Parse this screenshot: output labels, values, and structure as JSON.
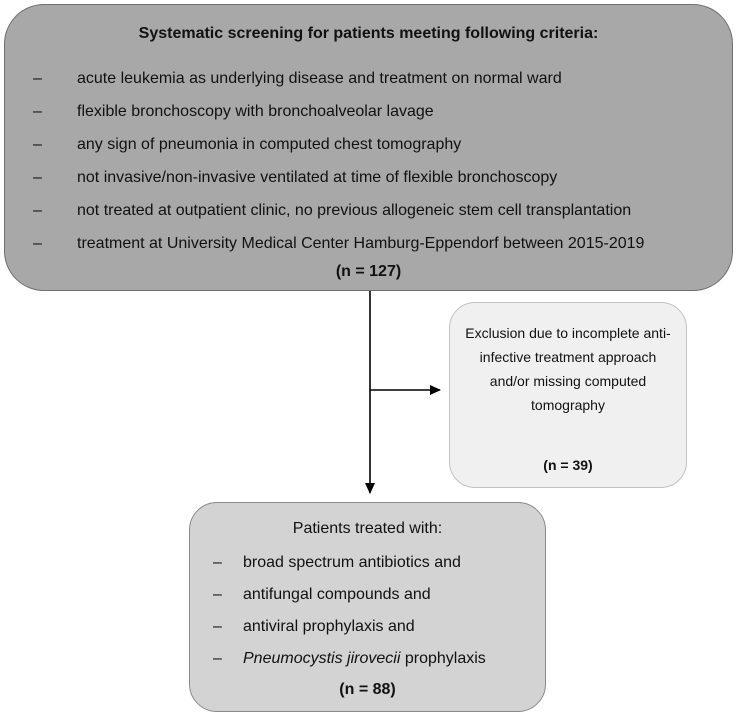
{
  "screening": {
    "title": "Systematic screening for patients meeting following criteria:",
    "bullet": "–",
    "criteria": [
      "acute leukemia as underlying disease and treatment on normal ward",
      "flexible bronchoscopy with bronchoalveolar lavage",
      "any sign of pneumonia in computed chest tomography",
      "not invasive/non-invasive ventilated at time of flexible bronchoscopy",
      "not treated at outpatient clinic, no previous allogeneic stem cell transplantation",
      "treatment at University Medical Center Hamburg-Eppendorf between 2015-2019"
    ],
    "count": "(n = 127)"
  },
  "exclusion": {
    "text": "Exclusion due to incomplete anti-infective treatment approach and/or missing computed tomography",
    "count": "(n = 39)"
  },
  "treated": {
    "title": "Patients treated with:",
    "bullet": "–",
    "items": [
      "broad spectrum antibiotics and",
      "antifungal compounds and",
      "antiviral prophylaxis and"
    ],
    "last_item_italic": "Pneumocystis jirovecii",
    "last_item_rest": " prophylaxis",
    "count": "(n = 88)"
  },
  "colors": {
    "screening_fill": "#a8a8a8",
    "exclusion_fill": "#f0f0f0",
    "treated_fill": "#d3d3d3",
    "connector": "#000000"
  }
}
